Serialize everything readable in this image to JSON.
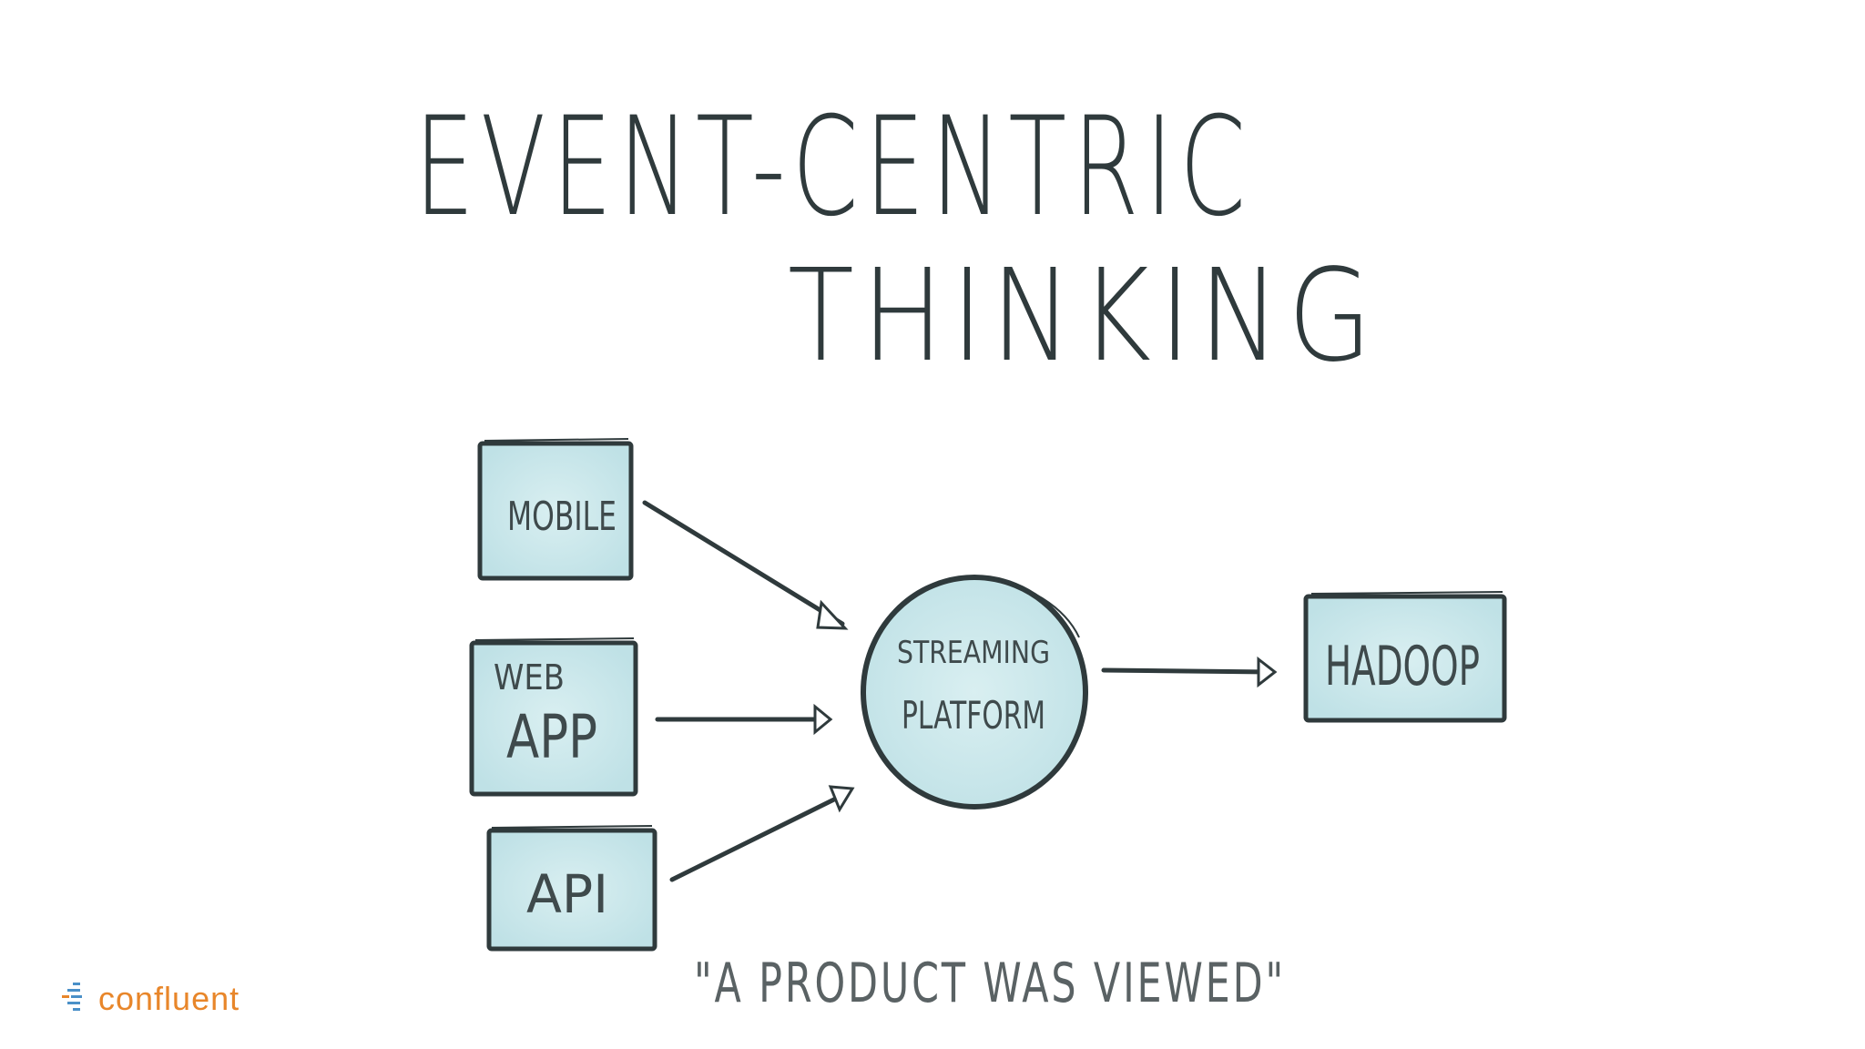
{
  "title": {
    "line1": "EVENT-CENTRIC",
    "line2": "THINKING"
  },
  "diagram": {
    "sources": [
      {
        "id": "mobile",
        "label": "MOBILE"
      },
      {
        "id": "web-app",
        "label_small": "WEB",
        "label_large": "APP"
      },
      {
        "id": "api",
        "label": "API"
      }
    ],
    "hub": {
      "line1": "STREAMING",
      "line2": "PLATFORM"
    },
    "sink": {
      "label": "HADOOP"
    },
    "caption": "\"A PRODUCT WAS VIEWED\""
  },
  "brand": {
    "name": "confluent",
    "color": "#e8862a"
  },
  "colors": {
    "ink": "#2f3a3c",
    "fill": "#c6e6ea",
    "accent": "#e8862a"
  }
}
